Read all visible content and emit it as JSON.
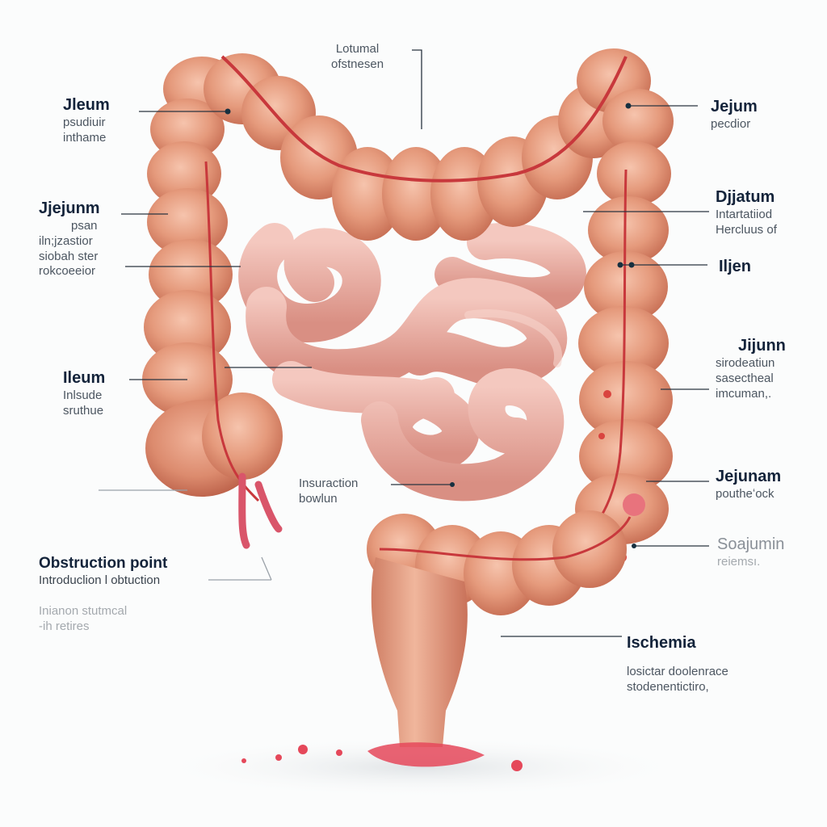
{
  "labels": {
    "top_center": {
      "line1": "Lotumal",
      "line2": "ofstnesen"
    },
    "ileum_top_left": {
      "title": "Jleum",
      "line1": "psudiuir",
      "line2": "inthame"
    },
    "jejunum_left": {
      "title": "Jjejunm",
      "line1": "psan",
      "line2": "iln;jzastior",
      "line3": "siobah ster",
      "line4": "rokcoeeior"
    },
    "ileum_left": {
      "title": "Ileum",
      "line1": "Inlsude",
      "line2": "sruthue"
    },
    "obstruction": {
      "title": "Obstruction point",
      "line1": "Introduclion l obtuction"
    },
    "faded_left": {
      "line1": "Inianon stutmcal",
      "line2": "-ih retires"
    },
    "center_bottom": {
      "line1": "Insuraction",
      "line2": "bowlun"
    },
    "jejunum_top_right": {
      "title": "Jejum",
      "line1": "pecdior"
    },
    "djjatum": {
      "title": "Djjatum",
      "line1": "Intartatiiod",
      "line2": "Hercluus of"
    },
    "iljen": {
      "title": "Iljen"
    },
    "jijunn": {
      "title": "Jijunn",
      "line1": "sirodeatiun",
      "line2": "sasectheal",
      "line3": "imcuman,."
    },
    "jejunam": {
      "title": "Jejunam",
      "line1": "poutheʻock"
    },
    "soajumin": {
      "title": "Soajumin",
      "line1": "reiemsı."
    },
    "ischemia": {
      "title": "Ischemia",
      "line1": "losictar doolenrace",
      "line2": "stodenentictiro,"
    }
  },
  "colors": {
    "colon_base": "#e59a7c",
    "colon_shadow": "#c76a52",
    "small_intestine": "#eab0a4",
    "vessel": "#c8383c",
    "blood": "#e5485a"
  }
}
